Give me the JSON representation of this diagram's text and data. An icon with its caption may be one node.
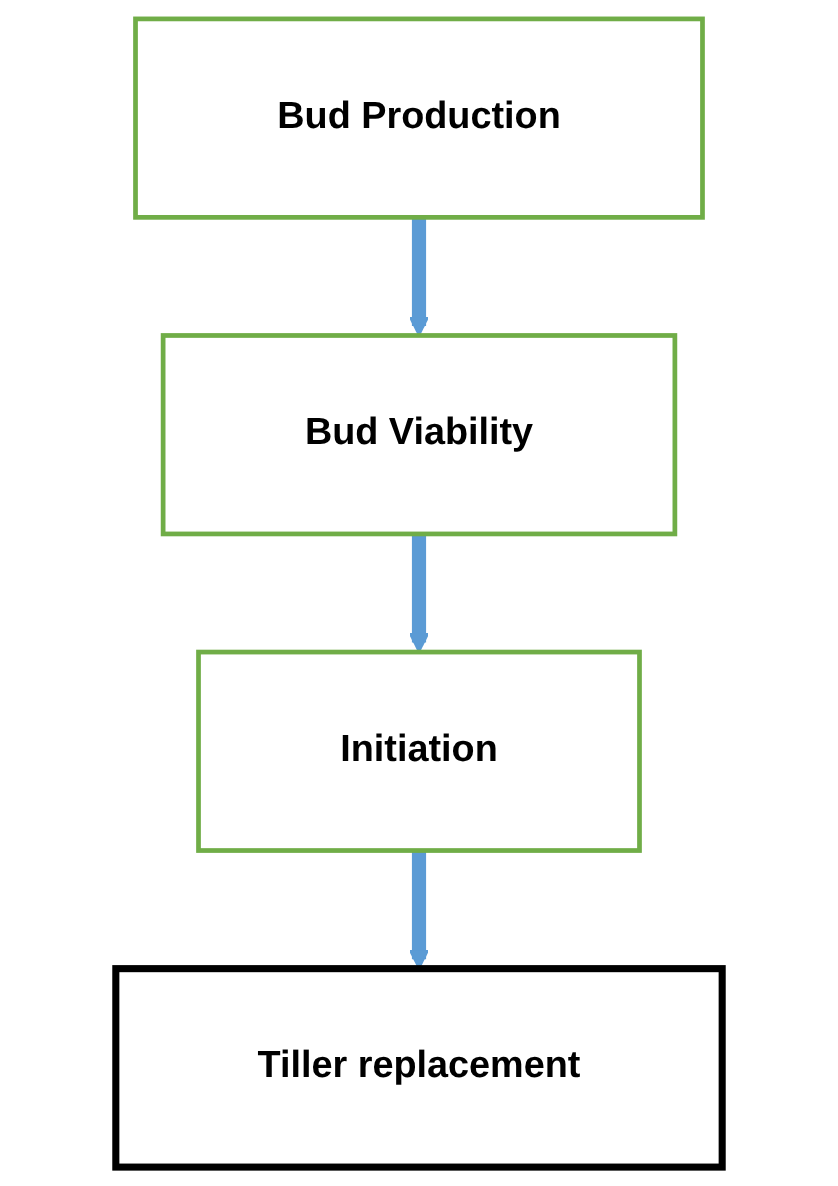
{
  "diagram": {
    "nodes": [
      {
        "text": [
          "Bud Production"
        ]
      },
      {
        "text": [
          "Bud Viability"
        ]
      },
      {
        "text": [
          "Initiation"
        ]
      },
      {
        "text": [
          "Tiller replacement"
        ]
      }
    ],
    "edges": [
      {
        "from": 0,
        "to": 1,
        "arrow": "to"
      },
      {
        "from": 1,
        "to": 2,
        "arrow": "to"
      },
      {
        "from": 2,
        "to": 3,
        "arrow": "to"
      }
    ]
  }
}
